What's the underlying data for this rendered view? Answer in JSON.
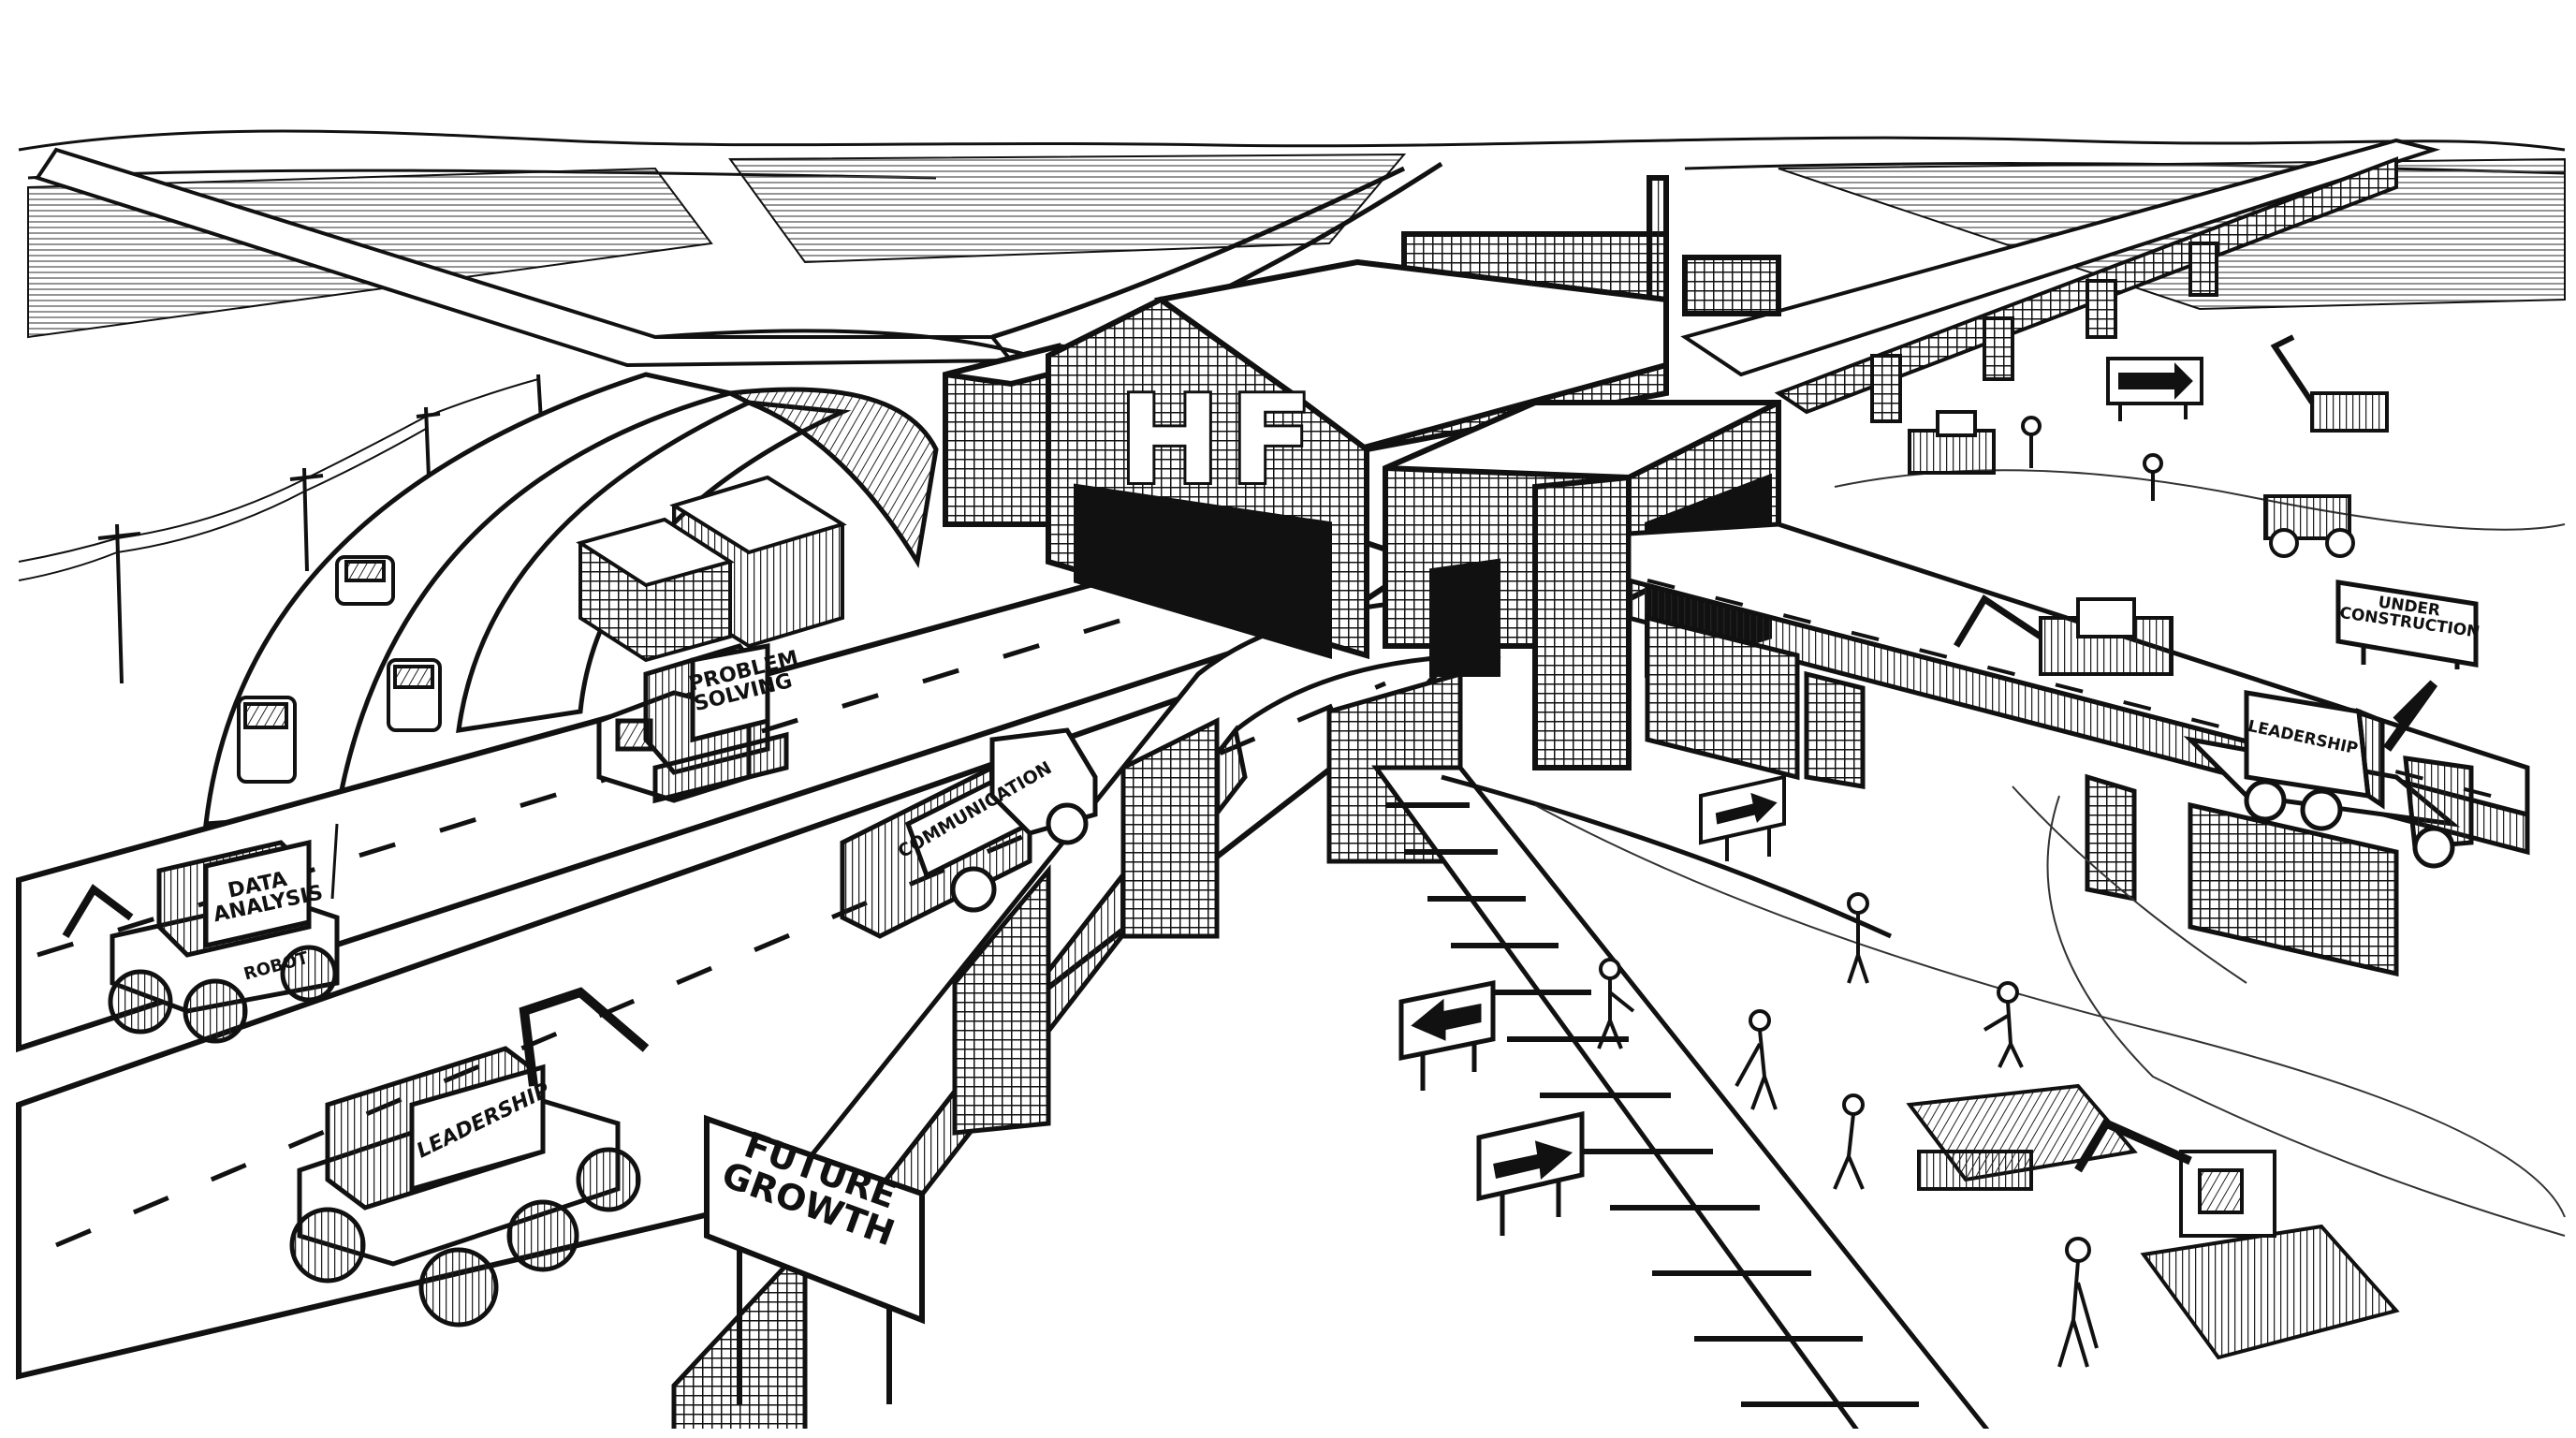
{
  "scene": {
    "style": "black-and-white pen-and-ink illustration",
    "description": "Highway interchange converging on a central HF building with trucks carrying skill cargo, rail line and construction site",
    "colors": {
      "ink": "#111111",
      "paper": "#ffffff",
      "hatch": "#444444"
    }
  },
  "building": {
    "logo_text": "HF"
  },
  "vehicles": [
    {
      "id": "problem-solving-truck",
      "cargo_label": "PROBLEM\nSOLVING",
      "type": "tracked truck"
    },
    {
      "id": "communication-truck",
      "cargo_label": "COMMUNICATION",
      "type": "flatbed truck"
    },
    {
      "id": "data-analysis-robot",
      "cargo_label": "DATA\nANALYSIS",
      "chassis_label": "ROBOT",
      "type": "robot cart with arm"
    },
    {
      "id": "leadership-robot",
      "cargo_label": "LEADERSHIP",
      "type": "robot cart with claw arm"
    },
    {
      "id": "leadership-crane-truck",
      "cargo_label": "LEADERSHIP",
      "type": "crane truck on bridge"
    }
  ],
  "signs": {
    "future_growth": "FUTURE\nGROWTH",
    "under_construction": "UNDER\nCONSTRUCTION",
    "arrows": [
      {
        "id": "arrow-top-right",
        "direction": "right"
      },
      {
        "id": "arrow-center",
        "direction": "right"
      },
      {
        "id": "arrow-left-rail",
        "direction": "left"
      },
      {
        "id": "arrow-right-rail",
        "direction": "right"
      }
    ]
  }
}
